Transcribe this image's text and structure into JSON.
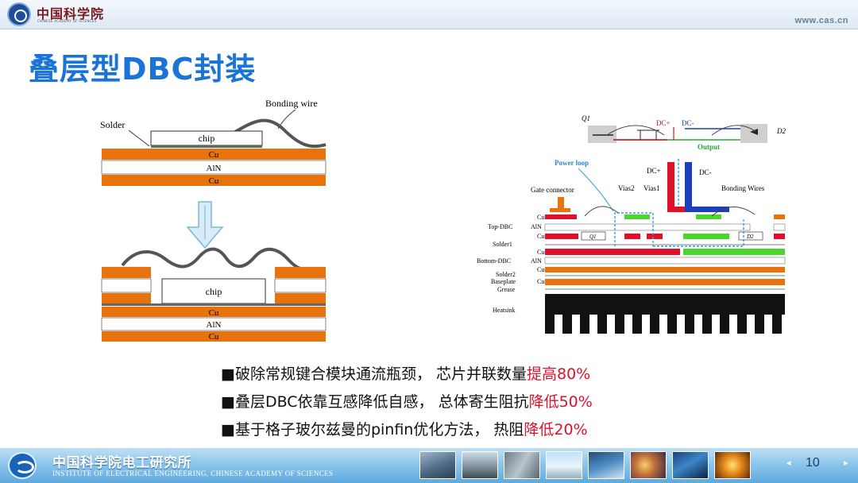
{
  "header": {
    "org_name_cn": "中国科学院",
    "org_name_en": "CHINESE ACADEMY OF SCIENCES",
    "url": "www.cas.cn"
  },
  "slide": {
    "title": "叠层型DBC封装",
    "page_number": "10"
  },
  "figure_left": {
    "top_labels": {
      "solder": "Solder",
      "bonding_wire": "Bonding wire",
      "chip": "chip",
      "cu_top": "Cu",
      "aln": "AlN",
      "cu_bottom": "Cu"
    },
    "bottom_labels": {
      "chip": "chip",
      "cu_top": "Cu",
      "aln": "AlN",
      "cu_bottom": "Cu"
    }
  },
  "figure_right": {
    "labels": {
      "q1": "Q1",
      "q1_inner": "Q1",
      "d2": "D2",
      "d2_inner": "D2",
      "dc_plus": "DC+",
      "dc_minus": "DC-",
      "output": "Output",
      "power_loop": "Power loop",
      "dc_plus_side": "DC+",
      "dc_minus_side": "DC-",
      "gate_connector": "Gate connector",
      "vias2": "Vias2",
      "vias1": "Vias1",
      "bonding_wires": "Bonding Wires",
      "top_dbc": "Top-DBC",
      "solder1": "Solder1",
      "bottom_dbc": "Bottom-DBC",
      "solder2": "Solder2",
      "baseplate": "Baseplate",
      "grease": "Grease",
      "heatsink": "Heatsink",
      "cu": "Cu",
      "aln": "AlN"
    }
  },
  "bullets": [
    {
      "marker": "■",
      "text": "破除常规键合模块通流瓶颈， 芯片并联数量",
      "highlight": "提高80%"
    },
    {
      "marker": "■",
      "text": "叠层DBC依靠互感降低自感， 总体寄生阻抗",
      "highlight": "降低50%"
    },
    {
      "marker": "■",
      "text": "基于格子玻尔兹曼的pinfin优化方法， 热阻",
      "highlight": "降低20%"
    }
  ],
  "footer": {
    "institute_cn": "中国科学院电工研究所",
    "institute_en": "INSTITUTE OF ELECTRICAL ENGINEERING, CHINESE ACADEMY OF SCIENCES",
    "nav_prev": "◂",
    "nav_next": "▸"
  },
  "colors": {
    "title": "#1a74d8",
    "highlight": "#e0102a",
    "copper": "#e8730c",
    "loop": "#2aa3e0"
  }
}
